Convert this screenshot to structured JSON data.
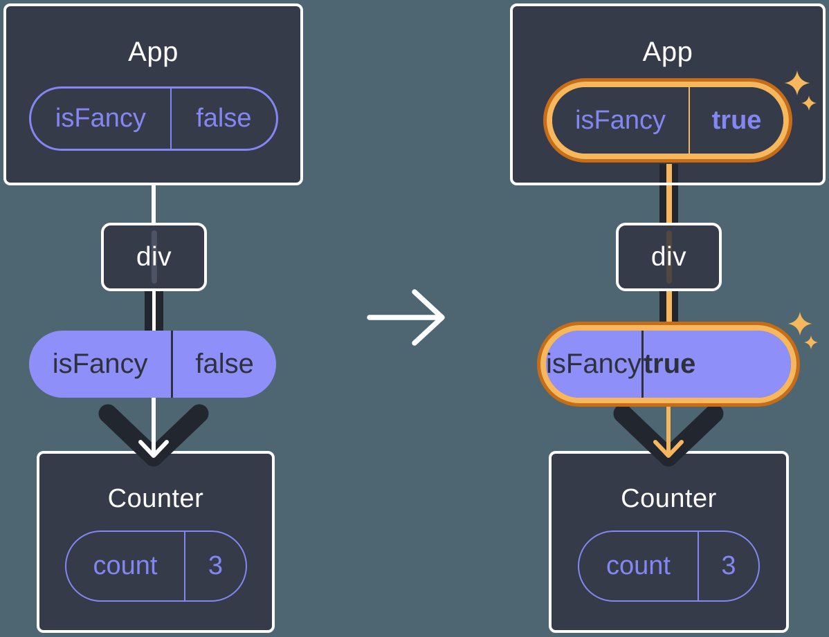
{
  "colors": {
    "background": "#4d6671",
    "card_fill": "#353b48",
    "card_border": "#ffffff",
    "purple_accent": "#8487f3",
    "purple_pill_fill": "#8e8ff8",
    "dark_ink": "#22262f",
    "dark_text": "#2d313c",
    "highlight_orange_dark": "#c76d17",
    "highlight_orange_light": "#f6b75d"
  },
  "icons": {
    "transition": "right-arrow-icon",
    "flow": "down-arrow-icon",
    "highlight": "sparkle-icon"
  },
  "before": {
    "app": {
      "title": "App",
      "state": {
        "key": "isFancy",
        "value": "false"
      }
    },
    "div": {
      "label": "div"
    },
    "prop": {
      "key": "isFancy",
      "value": "false"
    },
    "counter": {
      "title": "Counter",
      "state": {
        "key": "count",
        "value": "3"
      }
    }
  },
  "after": {
    "app": {
      "title": "App",
      "state": {
        "key": "isFancy",
        "value": "true"
      }
    },
    "div": {
      "label": "div"
    },
    "prop": {
      "key": "isFancy",
      "value": "true"
    },
    "counter": {
      "title": "Counter",
      "state": {
        "key": "count",
        "value": "3"
      }
    }
  }
}
